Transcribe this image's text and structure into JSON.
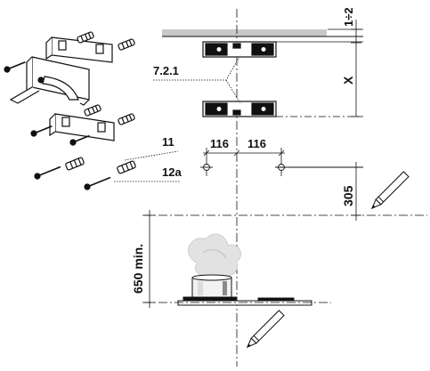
{
  "labels": {
    "ref_bracket": "7.2.1",
    "dim_top": "1÷2",
    "dim_x": "X",
    "ref_screw": "11",
    "ref_plug": "12a",
    "dim_left": "116",
    "dim_right": "116",
    "dim_305": "305",
    "dim_650": "650 min."
  },
  "colors": {
    "line": "#111111",
    "ceiling": "#c8c8c8",
    "steam": "#d9d9d9"
  }
}
